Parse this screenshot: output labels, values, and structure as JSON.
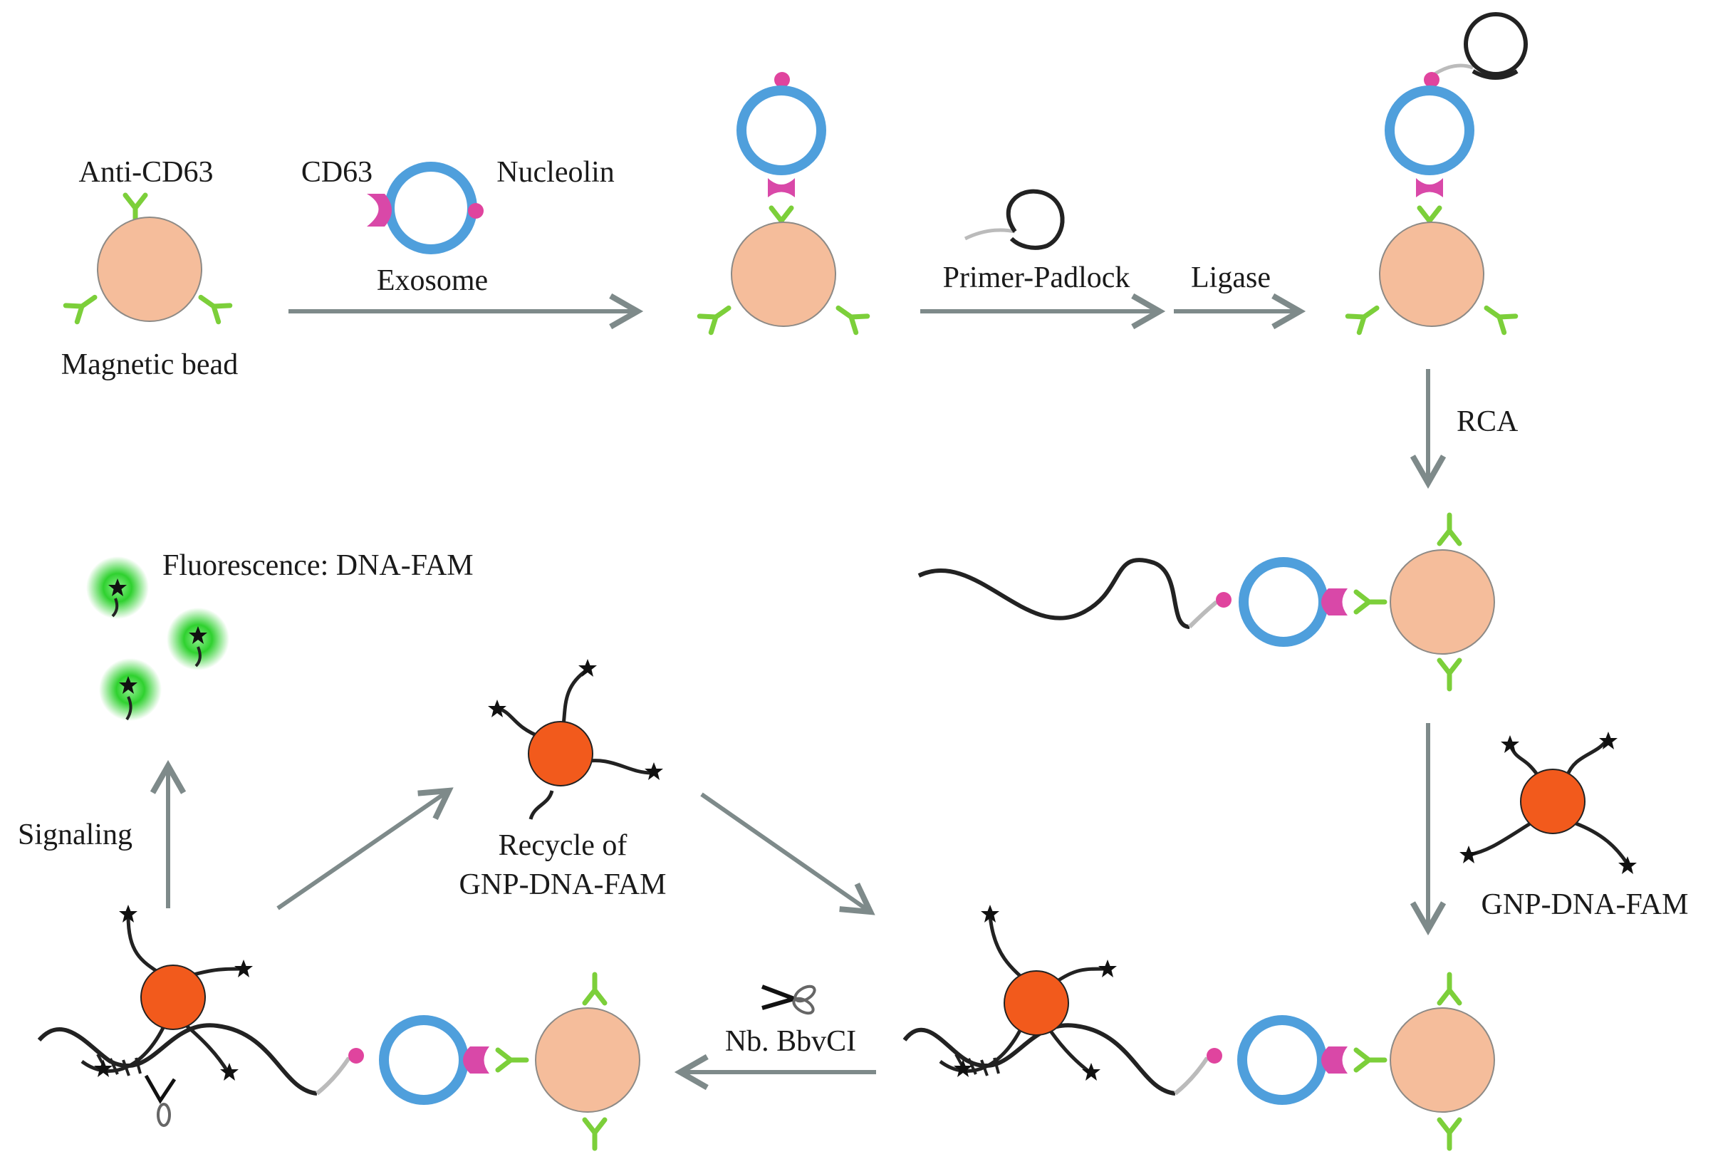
{
  "labels": {
    "anti_cd63": "Anti-CD63",
    "cd63": "CD63",
    "nucleolin": "Nucleolin",
    "exosome": "Exosome",
    "magnetic_bead": "Magnetic bead",
    "primer_padlock": "Primer-Padlock",
    "ligase": "Ligase",
    "rca": "RCA",
    "fluorescence": "Fluorescence: DNA-FAM",
    "signaling": "Signaling",
    "recycle_line1": "Recycle of",
    "recycle_line2": "GNP-DNA-FAM",
    "gnp_dna_fam": "GNP-DNA-FAM",
    "nb_bbvci": "Nb. BbvCI"
  },
  "colors": {
    "magnetic_bead": "#f5bd9b",
    "exosome_ring": "#4f9fdc",
    "nucleolin": "#e0449e",
    "cd63": "#d948a8",
    "antibody": "#7ccf3a",
    "gold_nanoparticle": "#f25a1c",
    "fam_glow": "#2fd12f",
    "arrow": "#7e8a8a",
    "dna": "#222222"
  }
}
